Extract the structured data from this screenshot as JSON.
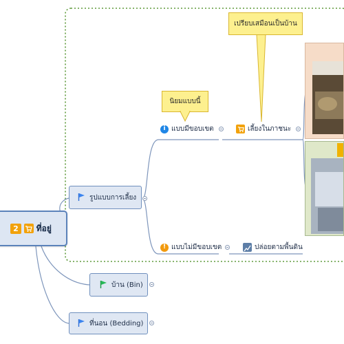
{
  "root": {
    "badge": "2",
    "icon": "cart-icon",
    "label": "ที่อยู่"
  },
  "branches": [
    {
      "label": "รูปแบบการเลี้ยง",
      "icon": "blue-flag-icon"
    },
    {
      "label": "บ้าน (Bin)",
      "icon": "green-flag-icon"
    },
    {
      "label": "ที่นอน (Bedding)",
      "icon": "blue-flag-icon"
    }
  ],
  "sub": {
    "fenced": {
      "label": "แบบมีขอบเขต",
      "icon": "info-icon"
    },
    "unfenced": {
      "label": "แบบไม่มีขอบเขต",
      "icon": "warning-icon"
    },
    "container": {
      "label": "เลี้ยงในภาชนะ",
      "icon": "cart-icon"
    },
    "ground": {
      "label": "ปล่อยตามพื้นดิน",
      "icon": "chart-icon"
    }
  },
  "callouts": {
    "popular": "นิยมแบบนี้",
    "homelike": "เปรียบเสมือนเป็นบ้าน"
  },
  "colors": {
    "accent": "#f2a20c",
    "frame": "#5e9a3a",
    "topic_fill": "#dfe7f3",
    "topic_border": "#6f8fbd",
    "callout_fill": "#fdf08f"
  }
}
